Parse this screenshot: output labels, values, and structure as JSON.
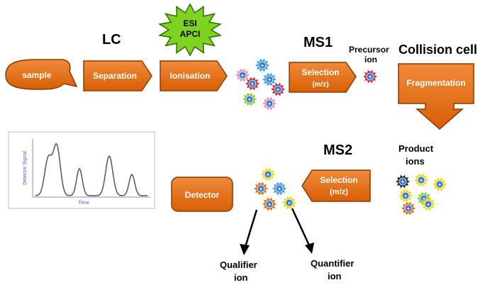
{
  "labels": {
    "lc": "LC",
    "ms1": "MS1",
    "ms2": "MS2",
    "precursor": "Precursor",
    "precursor2": "ion",
    "collision": "Collision cell",
    "product": "Product",
    "product2": "ions",
    "qualifier": "Qualifier",
    "qualifier2": "ion",
    "quantifier": "Quantifier",
    "quantifier2": "ion"
  },
  "source": {
    "line1": "ESI",
    "line2": "APCI"
  },
  "boxes": {
    "sample": "sample",
    "separation": "Separation",
    "ionisation": "Ionisation",
    "selection1_line1": "Selection",
    "selection1_line2": "(m/z)",
    "fragmentation": "Fragmentation",
    "selection2_line1": "Selection",
    "selection2_line2": "(m/z)",
    "detector": "Detector"
  },
  "chromatogram": {
    "y_label": "Detector Signal",
    "x_label": "Time"
  },
  "ion_symbol": "+",
  "colors": {
    "box_fill": "#e36c0a",
    "box_stroke": "#8a3a00",
    "burst_green": "#7ed321",
    "ion_blue": "#3a7bd5"
  }
}
